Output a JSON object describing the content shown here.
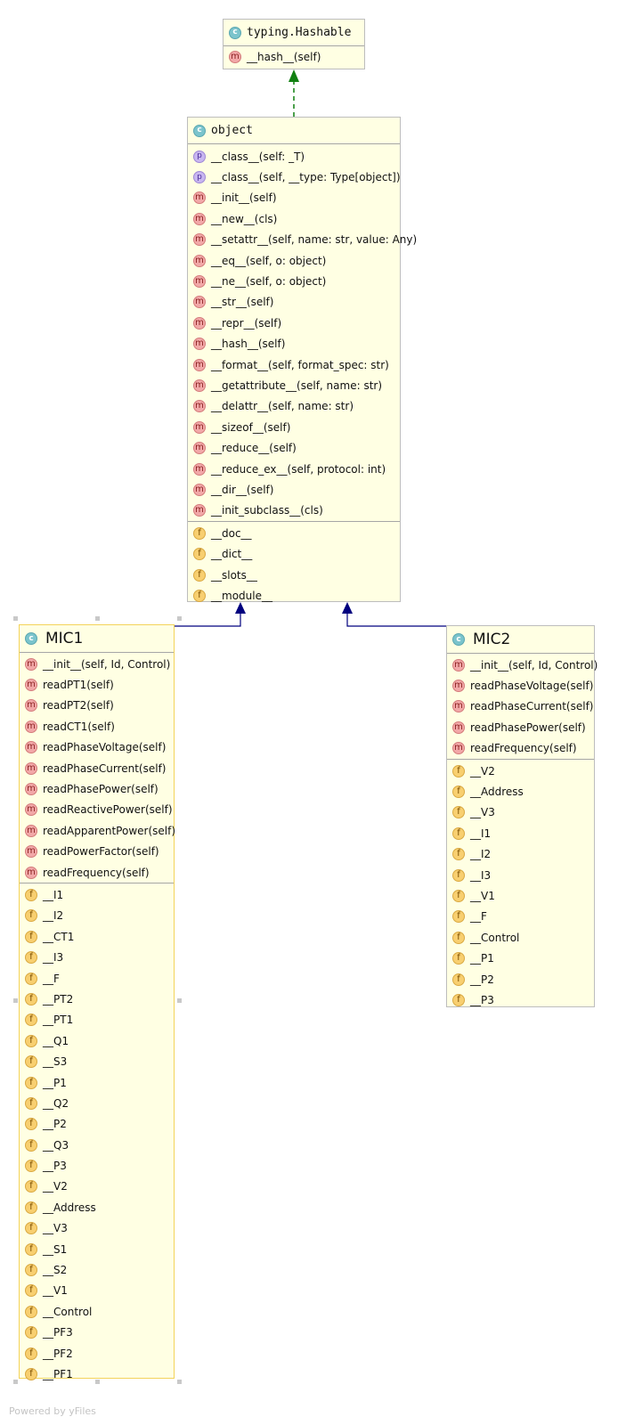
{
  "nodes": {
    "hashable": {
      "name": "typing.Hashable",
      "methods": [
        "__hash__(self)"
      ]
    },
    "object": {
      "name": "object",
      "properties": [
        "__class__(self: _T)",
        "__class__(self, __type: Type[object])"
      ],
      "methods": [
        "__init__(self)",
        "__new__(cls)",
        "__setattr__(self, name: str, value: Any)",
        "__eq__(self, o: object)",
        "__ne__(self, o: object)",
        "__str__(self)",
        "__repr__(self)",
        "__hash__(self)",
        "__format__(self, format_spec: str)",
        "__getattribute__(self, name: str)",
        "__delattr__(self, name: str)",
        "__sizeof__(self)",
        "__reduce__(self)",
        "__reduce_ex__(self, protocol: int)",
        "__dir__(self)",
        "__init_subclass__(cls)"
      ],
      "fields": [
        "__doc__",
        "__dict__",
        "__slots__",
        "__module__"
      ]
    },
    "mic1": {
      "name": "MIC1",
      "methods": [
        "__init__(self, Id, Control)",
        "readPT1(self)",
        "readPT2(self)",
        "readCT1(self)",
        "readPhaseVoltage(self)",
        "readPhaseCurrent(self)",
        "readPhasePower(self)",
        "readReactivePower(self)",
        "readApparentPower(self)",
        "readPowerFactor(self)",
        "readFrequency(self)"
      ],
      "fields": [
        "__I1",
        "__I2",
        "__CT1",
        "__I3",
        "__F",
        "__PT2",
        "__PT1",
        "__Q1",
        "__S3",
        "__P1",
        "__Q2",
        "__P2",
        "__Q3",
        "__P3",
        "__V2",
        "__Address",
        "__V3",
        "__S1",
        "__S2",
        "__V1",
        "__Control",
        "__PF3",
        "__PF2",
        "__PF1"
      ]
    },
    "mic2": {
      "name": "MIC2",
      "methods": [
        "__init__(self, Id, Control)",
        "readPhaseVoltage(self)",
        "readPhaseCurrent(self)",
        "readPhasePower(self)",
        "readFrequency(self)"
      ],
      "fields": [
        "__V2",
        "__Address",
        "__V3",
        "__I1",
        "__I2",
        "__I3",
        "__V1",
        "__F",
        "__Control",
        "__P1",
        "__P2",
        "__P3"
      ]
    }
  },
  "icons": {
    "class": "c",
    "method": "m",
    "field": "f",
    "property": "p"
  },
  "colors": {
    "node_fill": "#ffffe3",
    "implements_edge": "#118011",
    "inherits_edge": "#00007f",
    "selected_border": "#f3d35a"
  },
  "footer": "Powered by yFiles"
}
